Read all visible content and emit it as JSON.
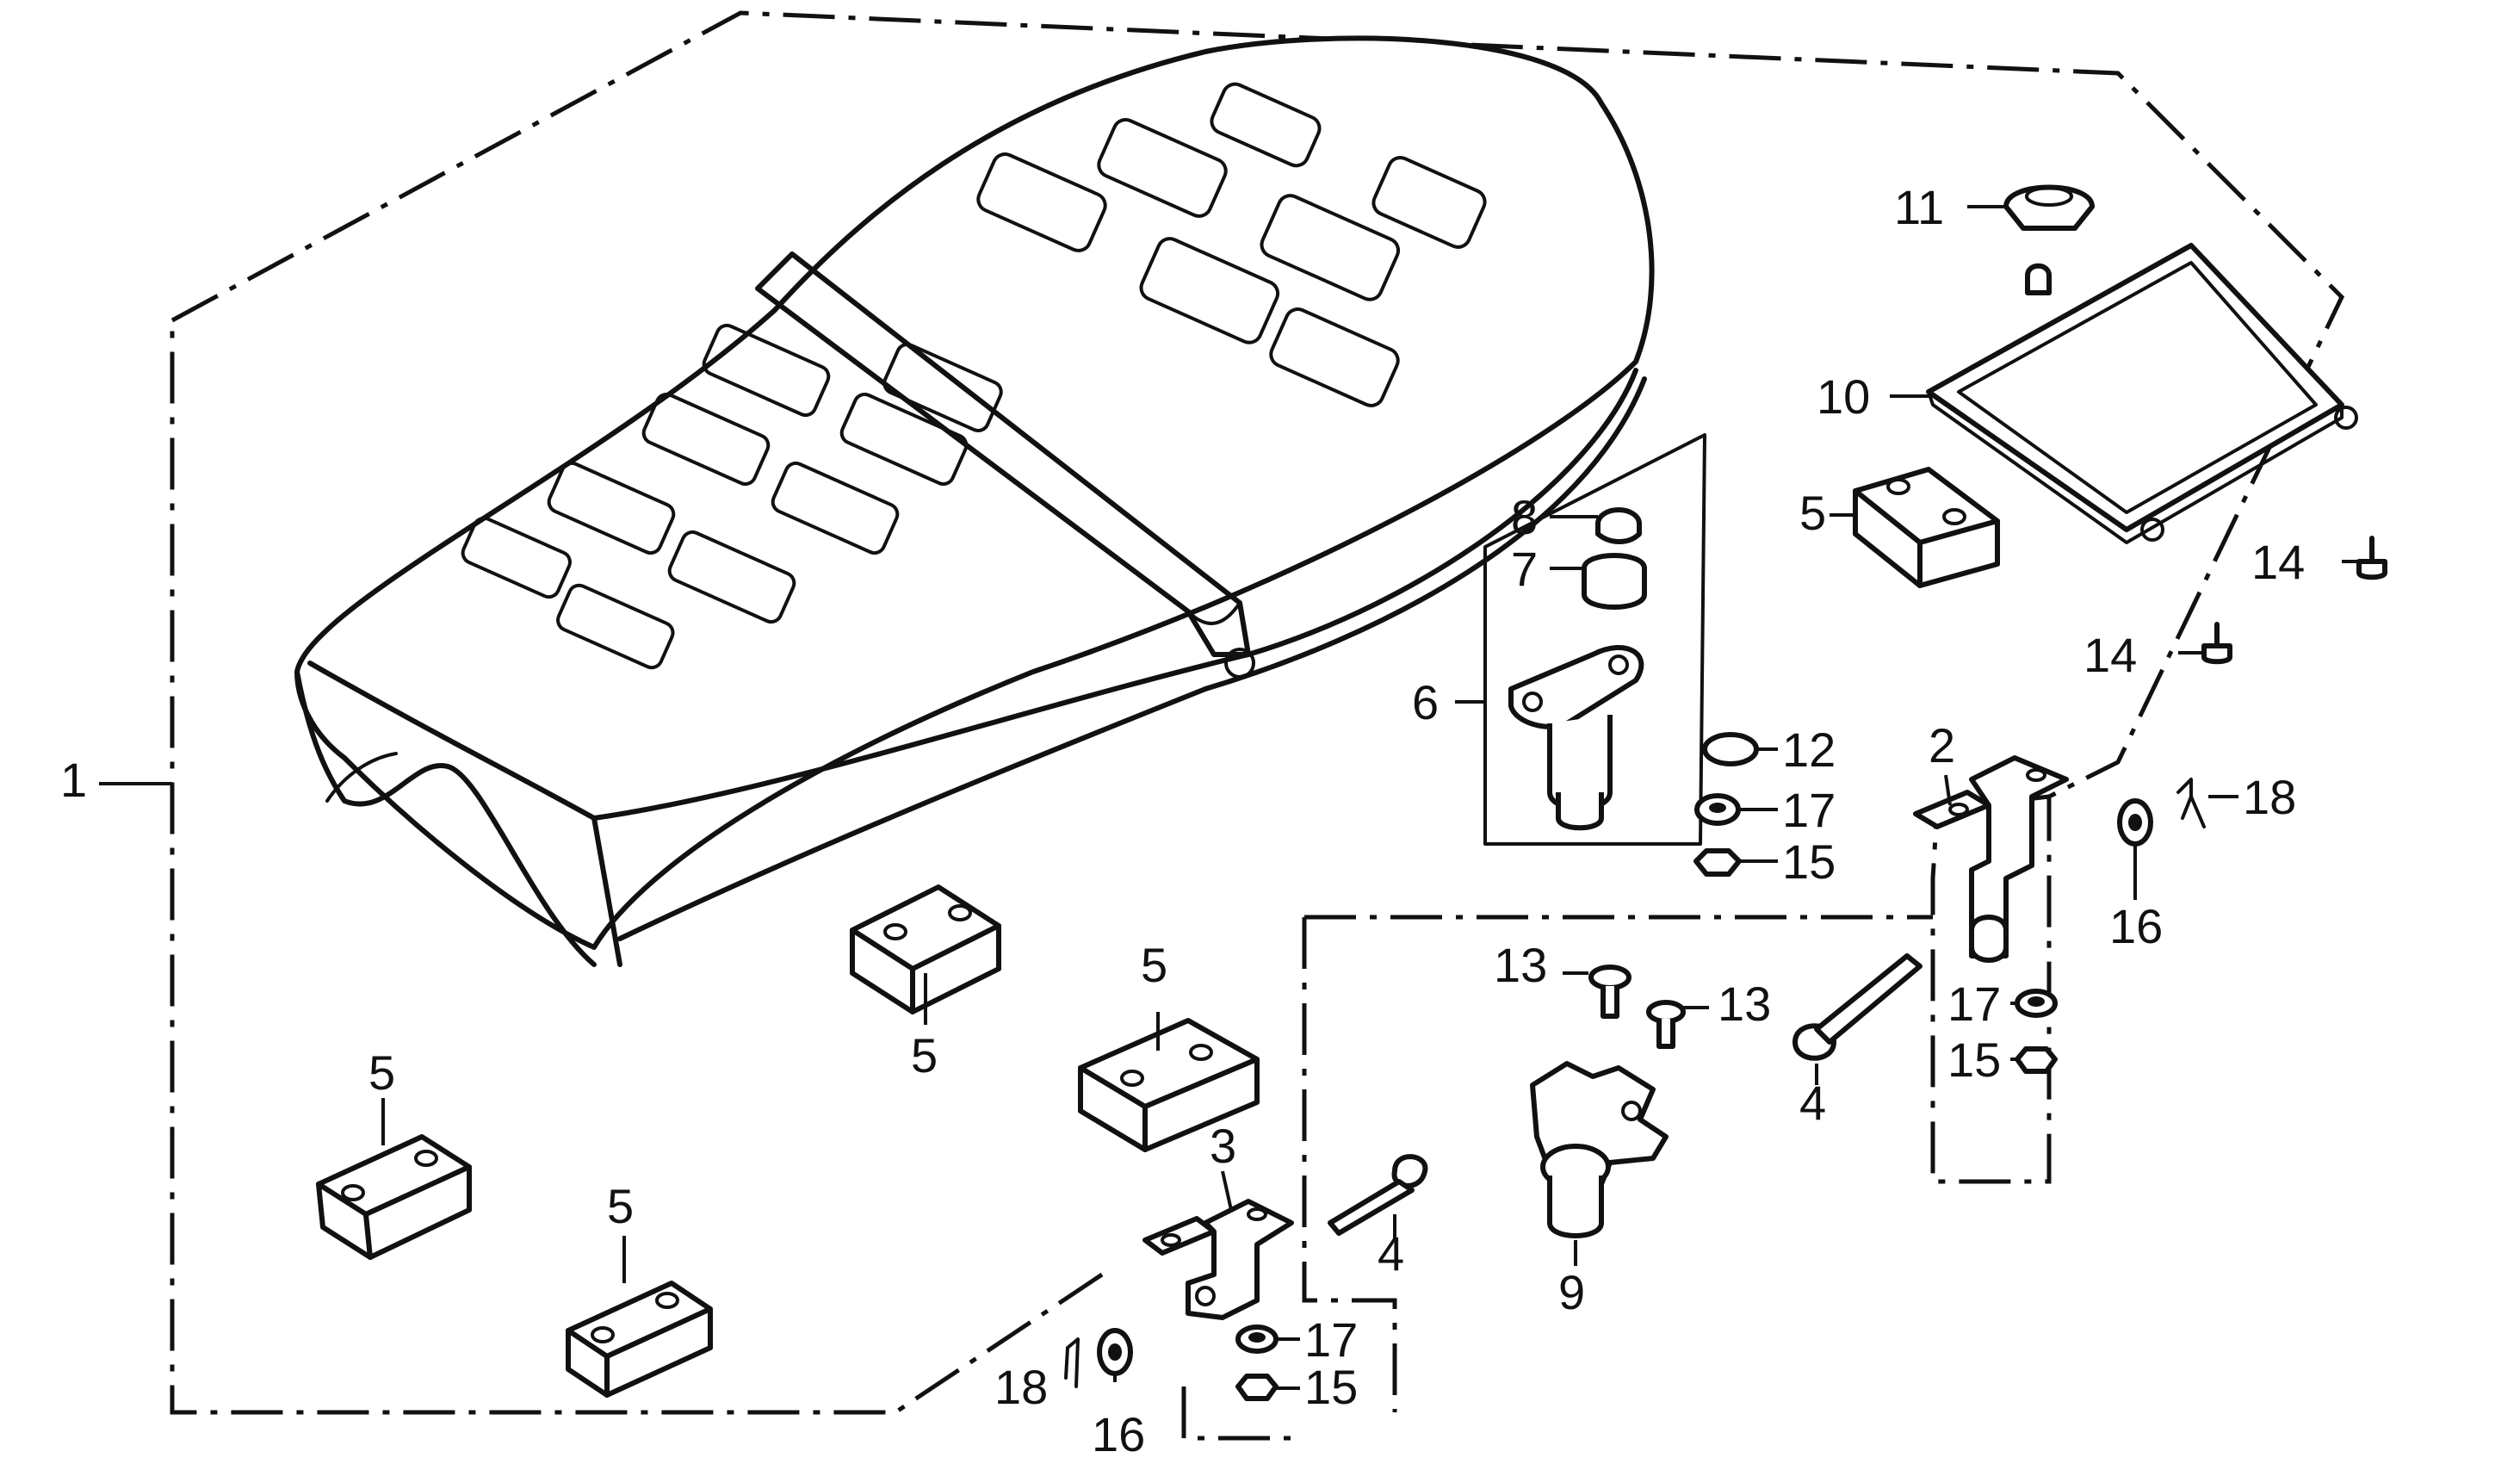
{
  "diagram": {
    "callouts": [
      {
        "id": "c1",
        "text": "1"
      },
      {
        "id": "c2",
        "text": "2"
      },
      {
        "id": "c3",
        "text": "3"
      },
      {
        "id": "c4a",
        "text": "4"
      },
      {
        "id": "c4b",
        "text": "4"
      },
      {
        "id": "c5a",
        "text": "5"
      },
      {
        "id": "c5b",
        "text": "5"
      },
      {
        "id": "c5c",
        "text": "5"
      },
      {
        "id": "c5d",
        "text": "5"
      },
      {
        "id": "c5e",
        "text": "5"
      },
      {
        "id": "c6",
        "text": "6"
      },
      {
        "id": "c7",
        "text": "7"
      },
      {
        "id": "c8",
        "text": "8"
      },
      {
        "id": "c9",
        "text": "9"
      },
      {
        "id": "c10",
        "text": "10"
      },
      {
        "id": "c11",
        "text": "11"
      },
      {
        "id": "c12",
        "text": "12"
      },
      {
        "id": "c13a",
        "text": "13"
      },
      {
        "id": "c13b",
        "text": "13"
      },
      {
        "id": "c14a",
        "text": "14"
      },
      {
        "id": "c14b",
        "text": "14"
      },
      {
        "id": "c15a",
        "text": "15"
      },
      {
        "id": "c15b",
        "text": "15"
      },
      {
        "id": "c15c",
        "text": "15"
      },
      {
        "id": "c16a",
        "text": "16"
      },
      {
        "id": "c16b",
        "text": "16"
      },
      {
        "id": "c17a",
        "text": "17"
      },
      {
        "id": "c17b",
        "text": "17"
      },
      {
        "id": "c17c",
        "text": "17"
      },
      {
        "id": "c18a",
        "text": "18"
      },
      {
        "id": "c18b",
        "text": "18"
      }
    ]
  }
}
